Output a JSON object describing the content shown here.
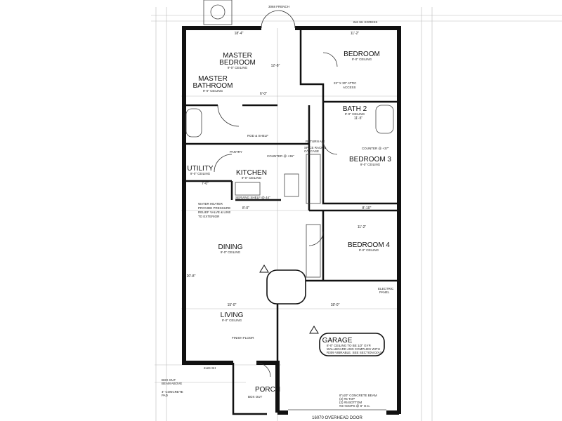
{
  "rooms": {
    "master_bedroom": [
      "MASTER",
      "BEDROOM"
    ],
    "master_bathroom": [
      "MASTER",
      "BATHROOM"
    ],
    "bedroom": "BEDROOM",
    "bath2": "BATH 2",
    "bedroom3": "BEDROOM 3",
    "utility": "UTILITY",
    "kitchen": "KITCHEN",
    "dining": "DINING",
    "bedroom4": "BEDROOM 4",
    "living": "LIVING",
    "garage": "GARAGE",
    "porch": "PORCH"
  },
  "ceiling": "9'-0\" CEILING",
  "labels": {
    "french_door": "3068 FRENCH",
    "egress": "2x6 SH EGRESS",
    "overhead_door": "16070 OVERHEAD DOOR",
    "water_heater": [
      "WATER HEATER",
      "PROVIDE PRESSURE",
      "RELIEF VALVE & LINE",
      "TO EXTERIOR"
    ],
    "serving_shelf": "SERVING SHELF @ 44\"",
    "counter36": "COUNTER @ +36\"",
    "counter37": "COUNTER @ +37\"",
    "pantry": "PANTRY",
    "rod_shelf": "ROD & SHELF",
    "attic_access": [
      "22\" X 30\" ATTIC",
      "ACCESS"
    ],
    "return_air": "RETURN AIR",
    "spice": [
      "SPICE RACK &",
      "C/V CASE"
    ],
    "electric_panel": [
      "ELECTRIC",
      "PANEL"
    ],
    "finish_floor": "FINISH FLOOR",
    "skylight": "2x24 SH",
    "box_out": [
      "BOX OUT",
      "BEAM ABOVE"
    ],
    "concrete_pad": [
      "4\" CONCRETE",
      "PAD"
    ],
    "garage_note": [
      "8'-0\" CEILING TO BE 1/2\" GYP.",
      "WALLBOARD AND COMPLIES WITH",
      "R309 VIBRABLE. SEE SECTION D/A3"
    ],
    "beam_note": [
      "8\"x20\" CONCRETE BEAM",
      "(2) #5 TOP",
      "(2) #5 BOTTOM",
      "#3 HOOPS @ 8\" O.C."
    ],
    "box_out_porch": "BOX OUT"
  },
  "dimensions": {
    "master_width": "18'-4\"",
    "bedroom_width": "11'-2\"",
    "master_depth": "12'-8\"",
    "bath_dim": "6'-0\"",
    "bath2_width": "11'-5\"",
    "bed3_width": "8'-10\"",
    "bed4_width": "11'-2\"",
    "kitchen_dim": "8'-0\"",
    "living_width": "15'-0\"",
    "garage_width": "18'-0\"",
    "living_depth": "20'-8\"",
    "utility_dim": "7'-0\""
  }
}
